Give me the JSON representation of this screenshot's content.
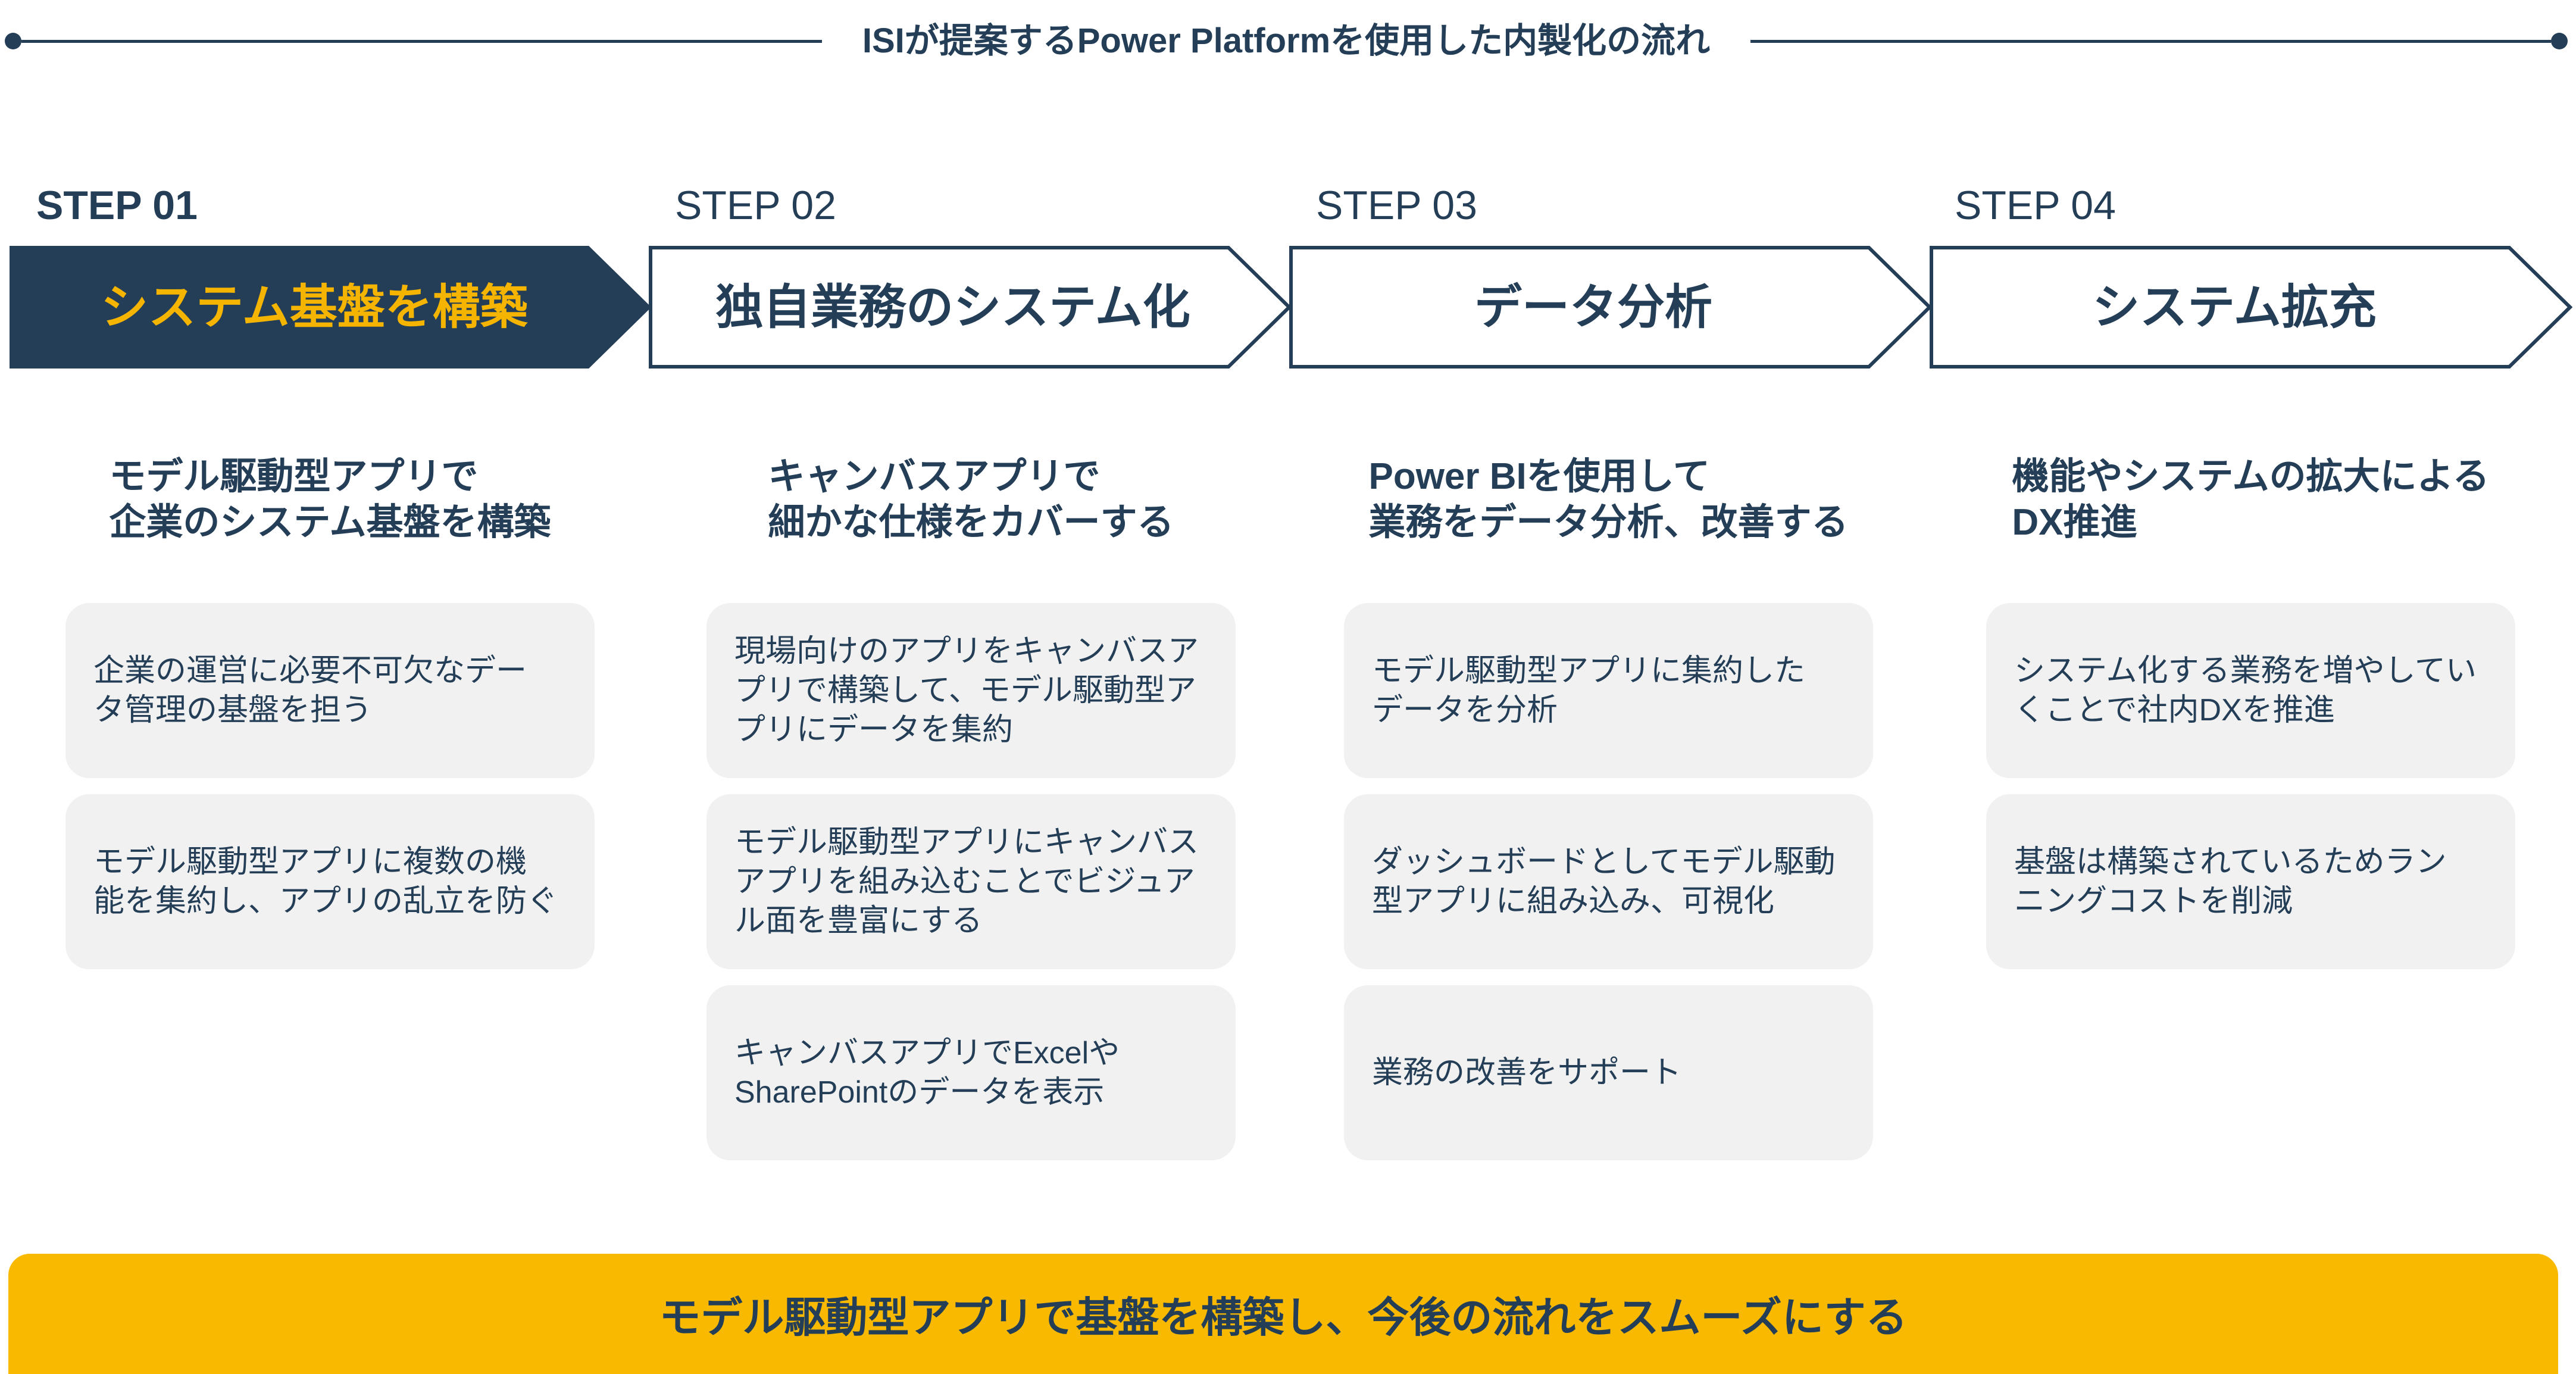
{
  "title": "ISIが提案するPower Platformを使用した内製化の流れ",
  "colors": {
    "navy": "#233e56",
    "gold": "#f5b400",
    "banner": "#f8b900",
    "card_bg": "#f1f1f1"
  },
  "steps": [
    {
      "label": "STEP 01",
      "name": "システム基盤を構築",
      "active": true,
      "heading": [
        "モデル駆動型アプリで",
        "企業のシステム基盤を構築"
      ],
      "cards": [
        {
          "lines": [
            "企業の運営に必要不可欠なデー",
            "タ管理の基盤を担う"
          ]
        },
        {
          "lines": [
            "モデル駆動型アプリに複数の機",
            "能を集約し、アプリの乱立を防ぐ"
          ]
        }
      ]
    },
    {
      "label": "STEP 02",
      "name": "独自業務のシステム化",
      "active": false,
      "heading": [
        "キャンバスアプリで",
        "細かな仕様をカバーする"
      ],
      "cards": [
        {
          "lines": [
            "現場向けのアプリをキャンバスア",
            "プリで構築して、モデル駆動型ア",
            "プリにデータを集約"
          ]
        },
        {
          "lines": [
            "モデル駆動型アプリにキャンバス",
            "アプリを組み込むことでビジュア",
            "ル面を豊富にする"
          ]
        },
        {
          "lines": [
            "キャンバスアプリでExcelや",
            "SharePointのデータを表示"
          ]
        }
      ]
    },
    {
      "label": "STEP 03",
      "name": "データ分析",
      "active": false,
      "heading": [
        "Power BIを使用して",
        "業務をデータ分析、改善する"
      ],
      "cards": [
        {
          "lines": [
            "モデル駆動型アプリに集約した",
            "データを分析"
          ]
        },
        {
          "lines": [
            "ダッシュボードとしてモデル駆動",
            "型アプリに組み込み、可視化"
          ]
        },
        {
          "lines": [
            "業務の改善をサポート"
          ]
        }
      ]
    },
    {
      "label": "STEP 04",
      "name": "システム拡充",
      "active": false,
      "heading": [
        "機能やシステムの拡大による",
        "DX推進"
      ],
      "cards": [
        {
          "lines": [
            "システム化する業務を増やしてい",
            "くことで社内DXを推進"
          ]
        },
        {
          "lines": [
            "基盤は構築されているためラン",
            "ニングコストを削減"
          ]
        }
      ]
    }
  ],
  "summary": "モデル駆動型アプリで基盤を構築し、今後の流れをスムーズにする"
}
